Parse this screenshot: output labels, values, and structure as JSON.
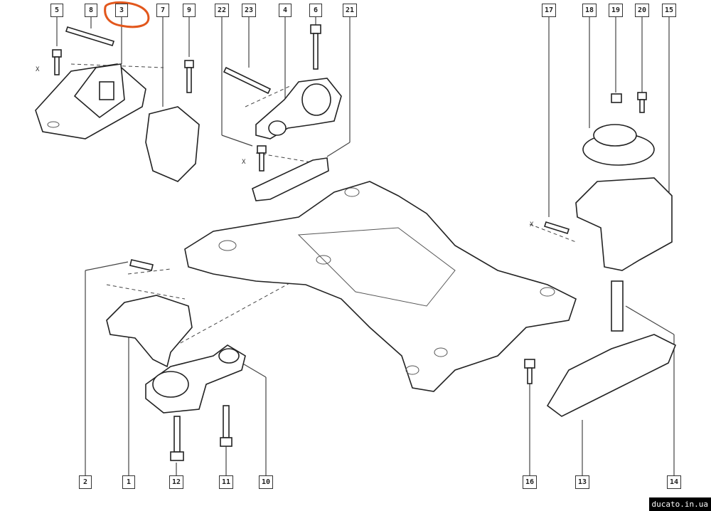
{
  "diagram": {
    "type": "exploded parts diagram - engine mount and subframe",
    "top_labels": [
      "5",
      "8",
      "3",
      "7",
      "9",
      "22",
      "23",
      "4",
      "6",
      "21",
      "17",
      "18",
      "19",
      "20",
      "15"
    ],
    "bottom_labels": [
      "2",
      "1",
      "12",
      "11",
      "10",
      "16",
      "13",
      "14"
    ],
    "highlighted_label": "3",
    "highlight_color": "#e2571c",
    "dimension_marker": "X"
  },
  "watermark": "ducato.in.ua"
}
